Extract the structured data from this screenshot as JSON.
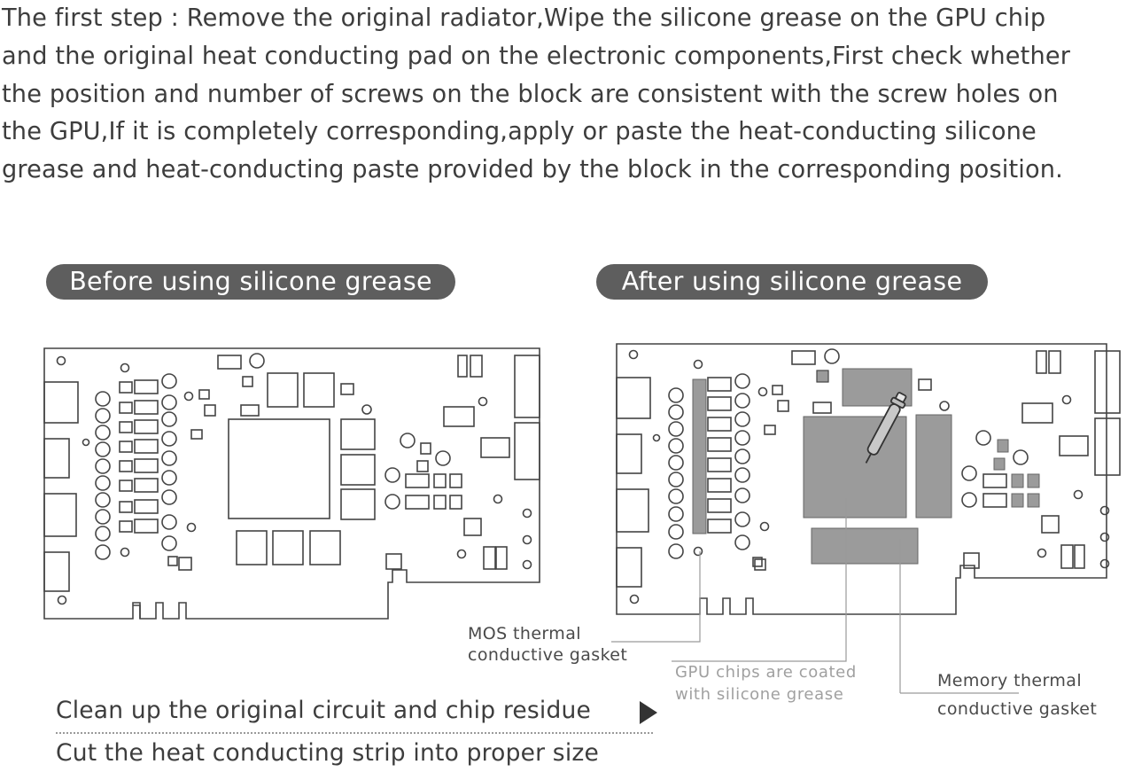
{
  "intro": {
    "lines": [
      "The first step : Remove the original radiator,Wipe the silicone grease on the GPU chip",
      "and the original heat conducting pad on the electronic components,First check whether",
      "the position and number of screws on the block are consistent with the screw holes on",
      "the GPU,If it is completely corresponding,apply or paste the heat-conducting silicone",
      "grease and heat-conducting paste provided by the block in the corresponding position."
    ]
  },
  "panels": {
    "before_label": "Before using silicone grease",
    "after_label": "After using silicone grease"
  },
  "callouts": {
    "mos": [
      "MOS thermal",
      "conductive gasket"
    ],
    "gpu": [
      "GPU chips are coated",
      "with silicone grease"
    ],
    "memory": [
      "Memory thermal",
      "conductive gasket"
    ]
  },
  "steps": {
    "clean": "Clean up the original circuit and chip residue",
    "cut": "Cut the heat conducting strip into proper size"
  },
  "icons": {
    "arrow": "play-triangle-icon",
    "thermal_paste": "syringe-icon"
  },
  "colors": {
    "text": "#3d3d3d",
    "pill": "#5e5e5e",
    "board_line": "#444444",
    "thermal_pad": "#9b9b9b",
    "faded_text": "#a0a0a0"
  }
}
